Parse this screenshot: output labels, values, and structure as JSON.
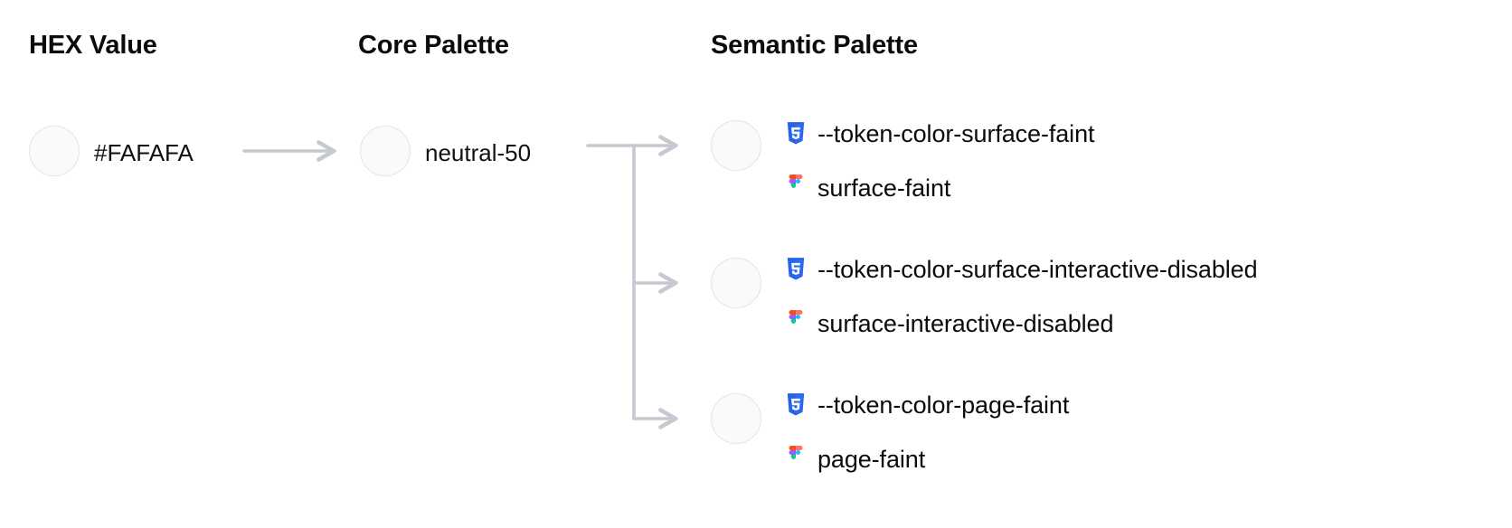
{
  "columns": {
    "hex": {
      "heading": "HEX Value"
    },
    "core": {
      "heading": "Core Palette"
    },
    "semantic": {
      "heading": "Semantic Palette"
    }
  },
  "hex_value": {
    "label": "#FAFAFA",
    "swatch_color": "#FAFAFA"
  },
  "core_value": {
    "label": "neutral-50",
    "swatch_color": "#FAFAFA"
  },
  "semantic_tokens": [
    {
      "swatch_color": "#FAFAFA",
      "css_icon": "css3-icon",
      "css_token": "--token-color-surface-faint",
      "figma_icon": "figma-icon",
      "figma_token": "surface-faint"
    },
    {
      "swatch_color": "#FAFAFA",
      "css_icon": "css3-icon",
      "css_token": "--token-color-surface-interactive-disabled",
      "figma_icon": "figma-icon",
      "figma_token": "surface-interactive-disabled"
    },
    {
      "swatch_color": "#FAFAFA",
      "css_icon": "css3-icon",
      "css_token": "--token-color-page-faint",
      "figma_icon": "figma-icon",
      "figma_token": "page-faint"
    }
  ],
  "colors": {
    "background": "#FFFFFF",
    "text_primary": "#0B0B0C",
    "swatch_border": "#E4E4E7",
    "connector": "#C7C9D1",
    "css_icon_blue": "#2563EB",
    "figma_orange": "#F24E1E",
    "figma_pink": "#FF7262",
    "figma_purple": "#A259FF",
    "figma_blue": "#1ABCFE",
    "figma_green": "#0ACF83"
  }
}
